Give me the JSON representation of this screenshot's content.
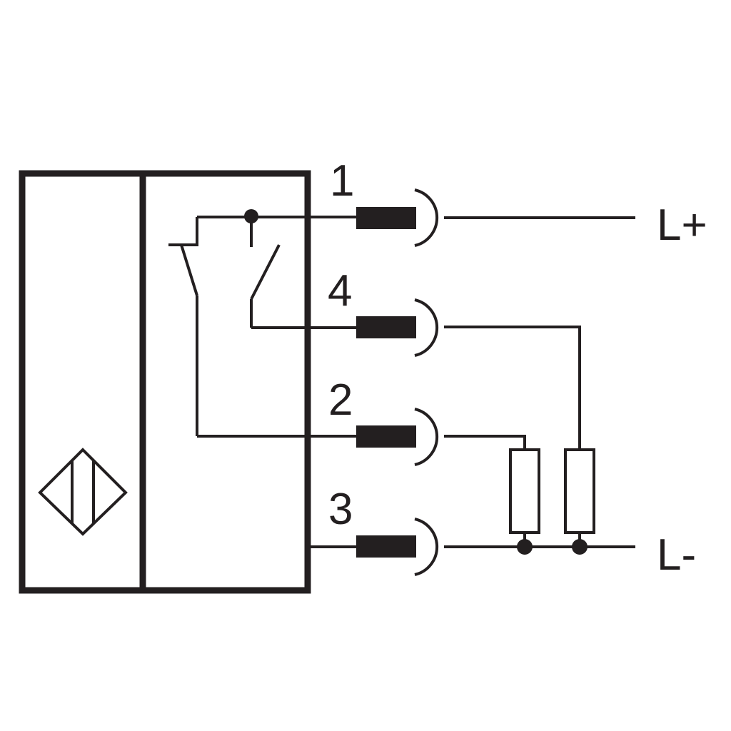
{
  "pins": {
    "pin1": "1",
    "pin4": "4",
    "pin2": "2",
    "pin3": "3"
  },
  "supply": {
    "positive": "L+",
    "negative": "L-"
  },
  "colors": {
    "line": "#231f20",
    "background": "#ffffff"
  },
  "icons": {
    "sensor_symbol": "inductive-sensor-diamond-icon"
  }
}
